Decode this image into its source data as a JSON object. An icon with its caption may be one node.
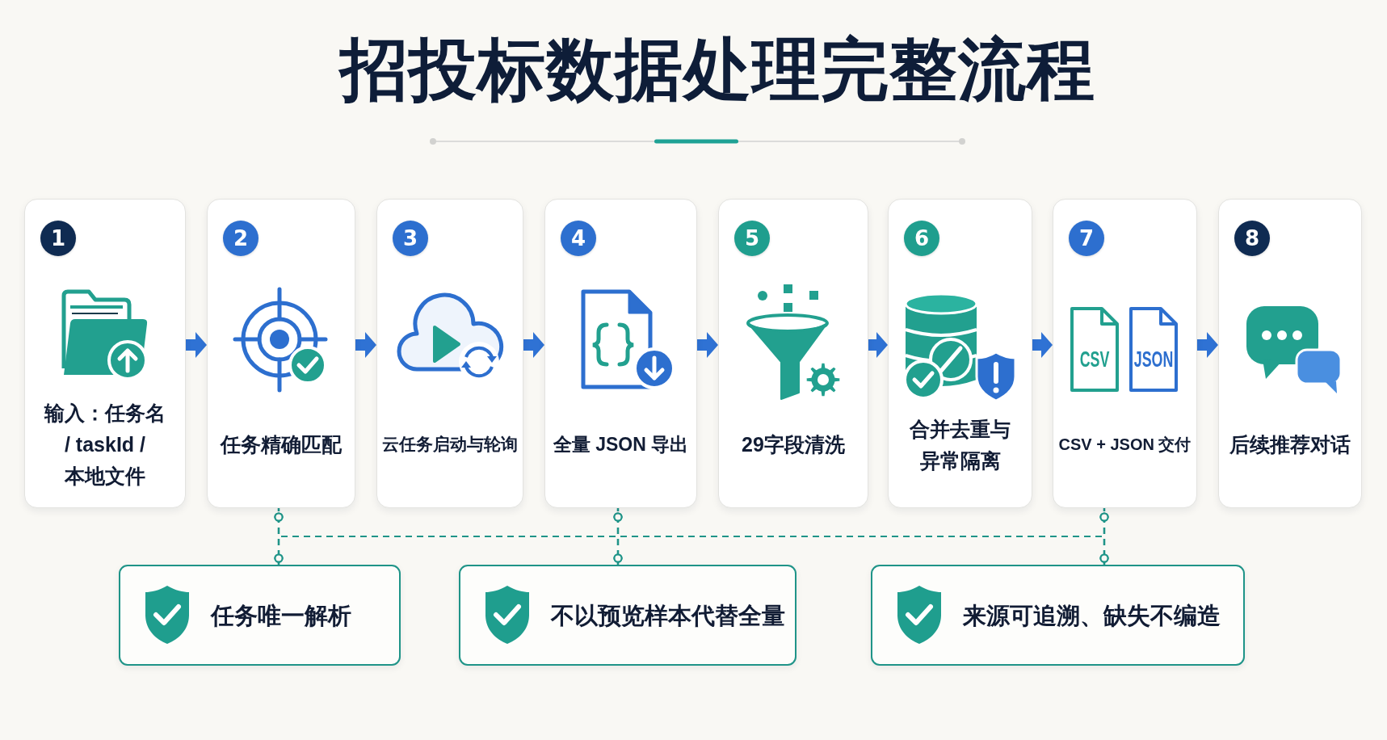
{
  "diagram": {
    "title": "招投标数据处理完整流程",
    "nodes": [
      {
        "text": [
          "输入：任务名 / taskId / 本地文件"
        ]
      },
      {
        "text": [
          "1"
        ],
        "in": 0
      },
      {
        "text": [
          "任务精确匹配"
        ]
      },
      {
        "text": [
          "2"
        ],
        "in": 2
      },
      {
        "text": [
          "云任务启动与轮询"
        ]
      },
      {
        "text": [
          "3"
        ],
        "in": 4
      },
      {
        "text": [
          "全量 JSON 导出"
        ]
      },
      {
        "text": [
          "4"
        ],
        "in": 6
      },
      {
        "text": [
          "29字段清洗"
        ]
      },
      {
        "text": [
          "5"
        ],
        "in": 8
      },
      {
        "text": [
          "合并去重与异常隔离"
        ]
      },
      {
        "text": [
          "6"
        ],
        "in": 10
      },
      {
        "text": [
          "CSV + JSON 交付"
        ]
      },
      {
        "text": [
          "7"
        ],
        "in": 12
      },
      {
        "text": [
          "后续推荐对话"
        ]
      },
      {
        "text": [
          "8"
        ],
        "in": 14
      },
      {
        "text": [
          "任务唯一解析"
        ]
      },
      {
        "text": [
          "不以预览样本代替全量"
        ]
      },
      {
        "text": [
          "来源可追溯、缺失不编造"
        ]
      }
    ],
    "edges": [
      {
        "from": 0,
        "to": 2,
        "arrow": "to",
        "style": "thick",
        "color": "#2f72d4"
      },
      {
        "from": 2,
        "to": 4,
        "arrow": "to",
        "style": "thick",
        "color": "#2f72d4"
      },
      {
        "from": 4,
        "to": 6,
        "arrow": "to",
        "style": "thick",
        "color": "#2f72d4"
      },
      {
        "from": 6,
        "to": 8,
        "arrow": "to",
        "style": "thick",
        "color": "#2f72d4"
      },
      {
        "from": 8,
        "to": 10,
        "arrow": "to",
        "style": "thick",
        "color": "#2f72d4"
      },
      {
        "from": 10,
        "to": 12,
        "arrow": "to",
        "style": "thick",
        "color": "#2f72d4"
      },
      {
        "from": 12,
        "to": 14,
        "arrow": "to",
        "style": "thick",
        "color": "#2f72d4"
      },
      {
        "from": 2,
        "to": 16,
        "arrow": "other",
        "style": "dashed"
      },
      {
        "from": 2,
        "to": 17,
        "arrow": "other",
        "style": "dashed"
      },
      {
        "from": 2,
        "to": 18,
        "arrow": "other",
        "style": "dashed"
      },
      {
        "from": 6,
        "to": 16,
        "arrow": "other",
        "style": "dashed"
      },
      {
        "from": 6,
        "to": 17,
        "arrow": "other",
        "style": "dashed"
      },
      {
        "from": 6,
        "to": 18,
        "arrow": "other",
        "style": "dashed"
      },
      {
        "from": 12,
        "to": 16,
        "arrow": "other",
        "style": "dashed"
      },
      {
        "from": 12,
        "to": 17,
        "arrow": "other",
        "style": "dashed"
      },
      {
        "from": 12,
        "to": 18,
        "arrow": "other",
        "style": "dashed"
      }
    ],
    "labels": [
      "CSV",
      "JSON"
    ]
  }
}
